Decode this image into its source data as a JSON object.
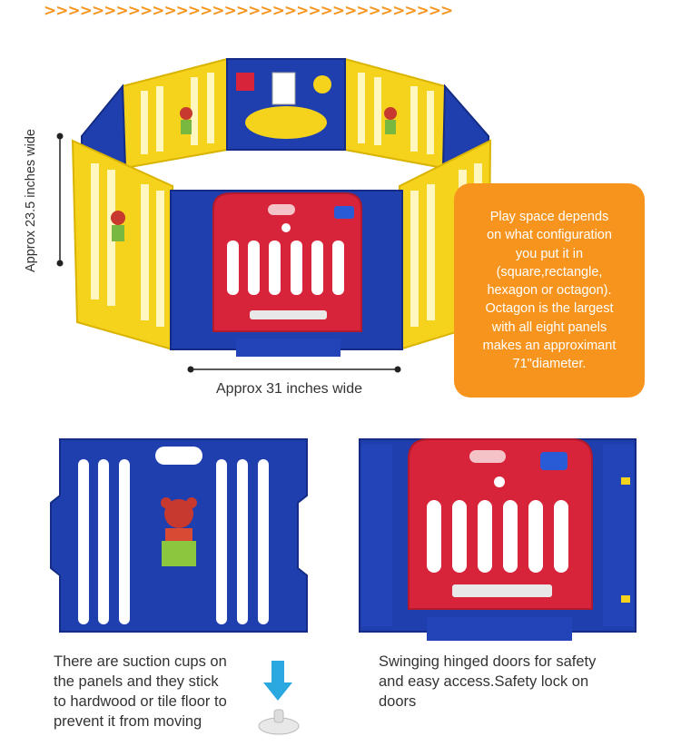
{
  "header": {
    "chevrons": ">>>>>>>>>>>>>>>>>>>>>>>>>>>>>>>>>>"
  },
  "dimensions": {
    "height_label": "Approx 23.5 inches wide",
    "width_label": "Approx 31 inches wide"
  },
  "callout": {
    "lines": [
      "Play space depends",
      "on what configuration",
      "you put it in",
      "(square,rectangle,",
      "hexagon or octagon).",
      "Octagon is the largest",
      "with all eight panels",
      "makes an approximant",
      "71\"diameter."
    ]
  },
  "features": {
    "suction": {
      "lines": [
        "There are suction cups on",
        "the panels and they stick",
        "to hardwood or tile floor to",
        "prevent it from moving"
      ]
    },
    "door": {
      "lines": [
        "Swinging hinged doors for safety",
        "and easy access.Safety lock on",
        "doors"
      ]
    }
  },
  "colors": {
    "accent": "#f7941d",
    "panel_blue": "#1f3fae",
    "panel_yellow": "#f5d31c",
    "door_red": "#d8243a",
    "arrow_blue": "#2aa8e0"
  },
  "icons": [
    "chevron-right-icon",
    "down-arrow-icon",
    "suction-cup-icon",
    "teddy-bear-icon",
    "lock-icon"
  ]
}
